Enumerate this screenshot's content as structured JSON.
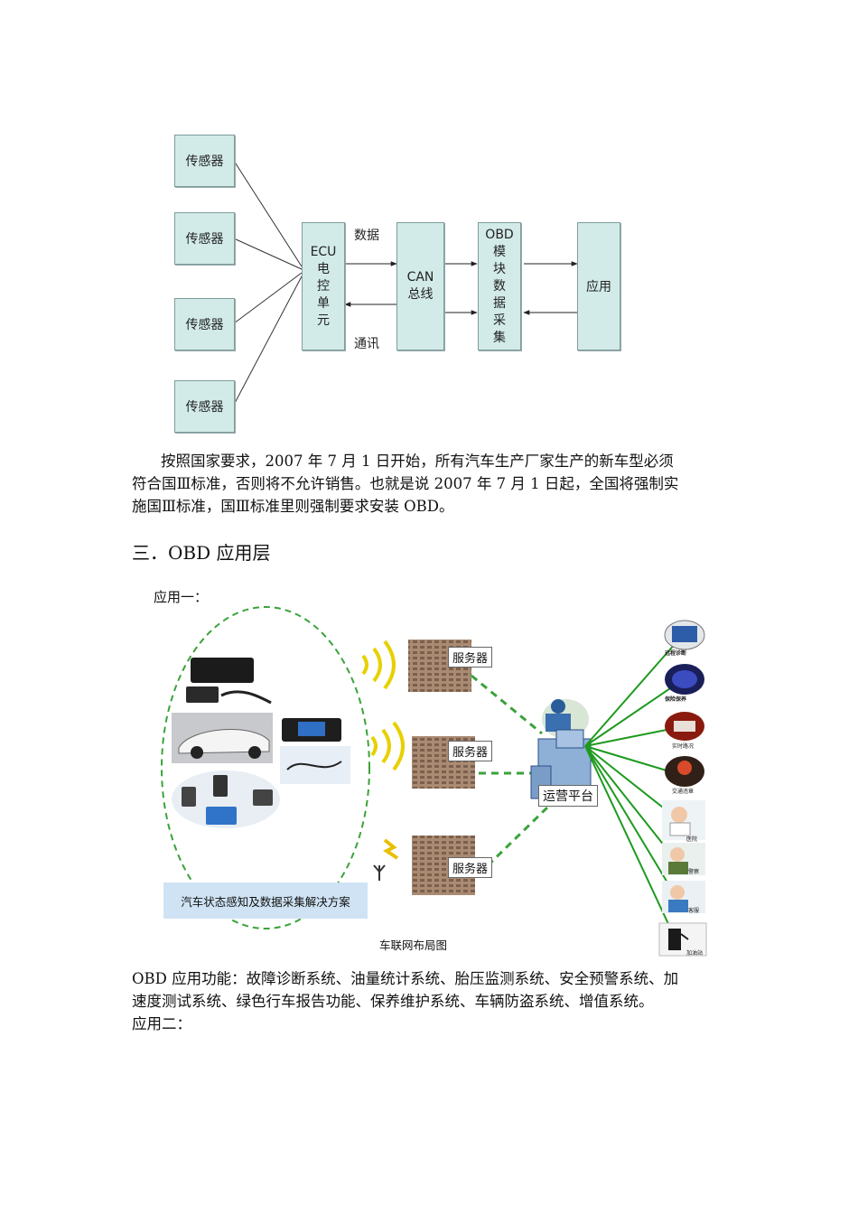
{
  "diagram1": {
    "sensors": [
      "传感器",
      "传感器",
      "传感器",
      "传感器"
    ],
    "ecu": [
      "ECU",
      "电",
      "控",
      "单",
      "元"
    ],
    "can": [
      "CAN",
      "总线"
    ],
    "obd": [
      "OBD",
      "模",
      "块",
      "数",
      "据",
      "采",
      "集"
    ],
    "app": "应用",
    "label_data": "数据",
    "label_comm": "通讯"
  },
  "paragraph1": [
    "按照国家要求，2007 年 7 月 1 日开始，所有汽车生产厂家生产的新车型必须",
    "符合国Ⅲ标准，否则将不允许销售。也就是说 2007 年 7 月 1 日起，全国将强制实",
    "施国Ⅲ标准，国Ⅲ标准里则强制要求安装 OBD。"
  ],
  "heading": "三．OBD 应用层",
  "app1_label": "应用一：",
  "diagram2": {
    "servers": [
      "服务器",
      "服务器",
      "服务器"
    ],
    "platform": "运营平台",
    "solution": "汽车状态感知及数据采集解决方案",
    "caption": "车联网布局图",
    "icons": [
      {
        "name": "remote-diagnosis",
        "label": "远程诊断"
      },
      {
        "name": "maintenance",
        "label": "保险保养"
      },
      {
        "name": "realtime-traffic",
        "label": "实时路况"
      },
      {
        "name": "traffic-violation",
        "label": "交通违章"
      },
      {
        "name": "medical",
        "label": "医院"
      },
      {
        "name": "police",
        "label": "警察"
      },
      {
        "name": "service",
        "label": "客服"
      },
      {
        "name": "fuel-station",
        "label": "加油站"
      }
    ]
  },
  "paragraph2": [
    "OBD 应用功能：故障诊断系统、油量统计系统、胎压监测系统、安全预警系统、加",
    "速度测试系统、绿色行车报告功能、保养维护系统、车辆防盗系统、增值系统。"
  ],
  "app2_label": "应用二："
}
